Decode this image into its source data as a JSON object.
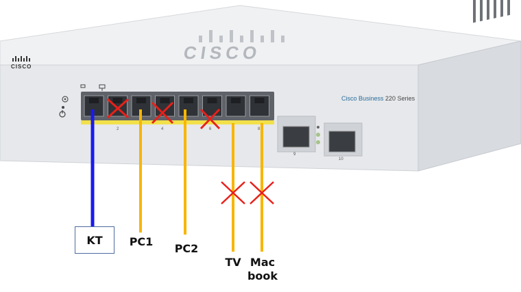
{
  "device": {
    "brand_small": "CISCO",
    "brand_large": "CISCO",
    "model_prefix": "Cisco Business",
    "model_suffix": "220 Series",
    "port_numbers": [
      "2",
      "4",
      "6",
      "8"
    ],
    "sfp_numbers": [
      "9",
      "10"
    ]
  },
  "labels": {
    "kt": "KT",
    "pc1": "PC1",
    "pc2": "PC2",
    "tv": "TV",
    "mac_line1": "Mac",
    "mac_line2": "book"
  },
  "colors": {
    "chassis": "#e9ebee",
    "cable_blue": "#1a1aee",
    "cable_yellow": "#f7b600",
    "cross_red": "#e8201a",
    "port_led_strip": "#f2e04a"
  },
  "icons": [
    "cross-mark-icon",
    "power-icon",
    "gear-icon",
    "network-icon"
  ]
}
